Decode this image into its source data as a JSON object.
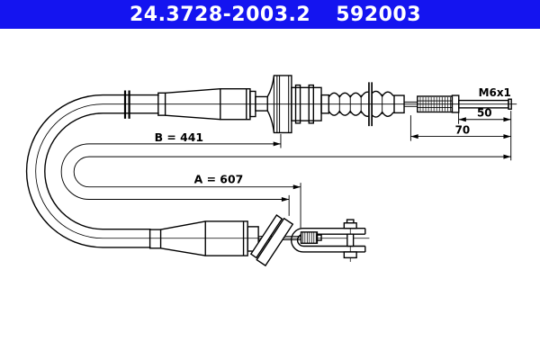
{
  "header": {
    "part_number": "24.3728-2003.2",
    "article_number": "592003",
    "bg_color": "#1414f0",
    "text_color": "#ffffff"
  },
  "drawing": {
    "type": "technical-drawing-clutch-cable",
    "bg_color": "#ffffff",
    "line_color": "#000000",
    "labels": {
      "thread_spec": "M6x1",
      "dim_rod_thread_length": "50",
      "dim_rod_total_length": "70",
      "dim_sheath_length": "B = 441",
      "dim_total_length": "A = 607"
    }
  }
}
